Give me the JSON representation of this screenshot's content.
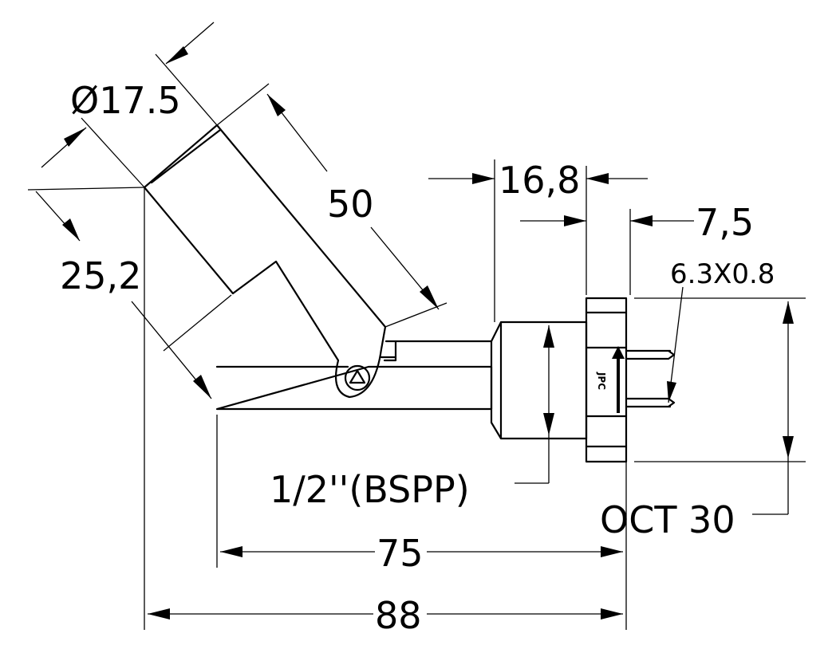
{
  "dimensions": {
    "diameter": "Ø17.5",
    "float_length": "50",
    "float_offset": "25,2",
    "thread_length": "16,8",
    "hex_thickness": "7,5",
    "terminal": "6.3X0.8",
    "thread": "1/2''(BSPP)",
    "hex_size": "OCT 30",
    "body_length": "75",
    "overall_length": "88"
  },
  "marking": {
    "brand": "JPC"
  }
}
